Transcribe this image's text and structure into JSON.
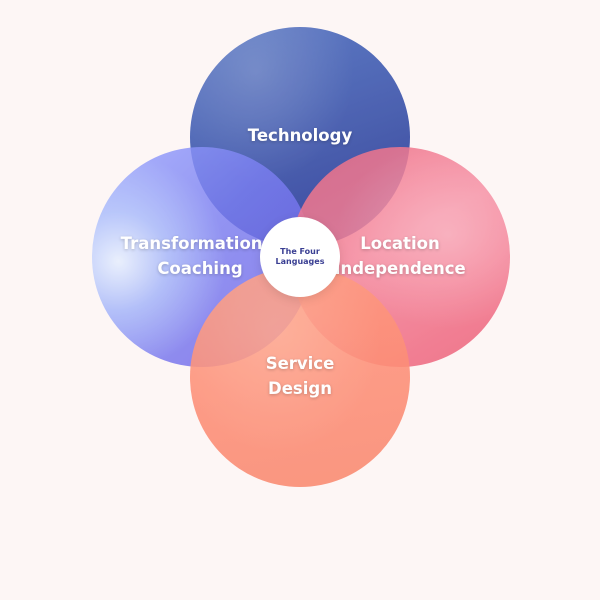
{
  "center": {
    "line1": "The Four",
    "line2": "Languages"
  },
  "circles": [
    {
      "id": "technology",
      "lines": [
        "Technology"
      ],
      "color": "#4a63b4"
    },
    {
      "id": "transformational-coaching",
      "lines": [
        "Transformational",
        "Coaching"
      ],
      "color": "#7b7ff2"
    },
    {
      "id": "location-independence",
      "lines": [
        "Location",
        "Independence"
      ],
      "color": "#f0758c"
    },
    {
      "id": "service-design",
      "lines": [
        "Service",
        "Design"
      ],
      "color": "#fd8f77"
    }
  ],
  "colors": {
    "background": "#fdf6f5",
    "center_text": "#3a3f93"
  }
}
